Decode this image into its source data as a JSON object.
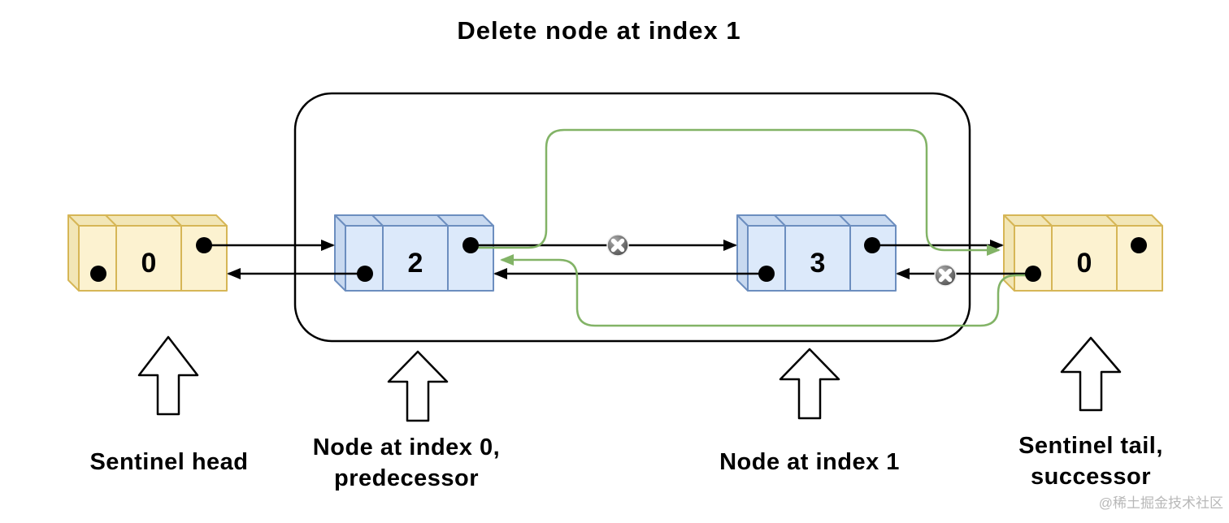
{
  "title": "Delete node at index 1",
  "watermark": "@稀土掘金技术社区",
  "nodes": [
    {
      "name": "sentinel-head",
      "value": "0",
      "style": "yellow",
      "label_lines": [
        "Sentinel head"
      ]
    },
    {
      "name": "node-index-0",
      "value": "2",
      "style": "blue",
      "label_lines": [
        "Node at index 0,",
        "predecessor"
      ]
    },
    {
      "name": "node-index-1",
      "value": "3",
      "style": "blue",
      "label_lines": [
        "Node at index 1"
      ]
    },
    {
      "name": "sentinel-tail",
      "value": "0",
      "style": "yellow",
      "label_lines": [
        "Sentinel tail,",
        "successor"
      ]
    }
  ],
  "colors": {
    "ink": "#000000",
    "yellow_fill": "#FCF2D0",
    "yellow_side": "#F2E6B6",
    "yellow_border": "#D6B656",
    "blue_fill": "#DCE9FA",
    "blue_side": "#C8D9F0",
    "blue_border": "#6C8EBF",
    "green": "#82B366",
    "badge_light": "#ABABAB",
    "badge_dark": "#3F3F3F",
    "watermark": "#B8B8B8"
  }
}
